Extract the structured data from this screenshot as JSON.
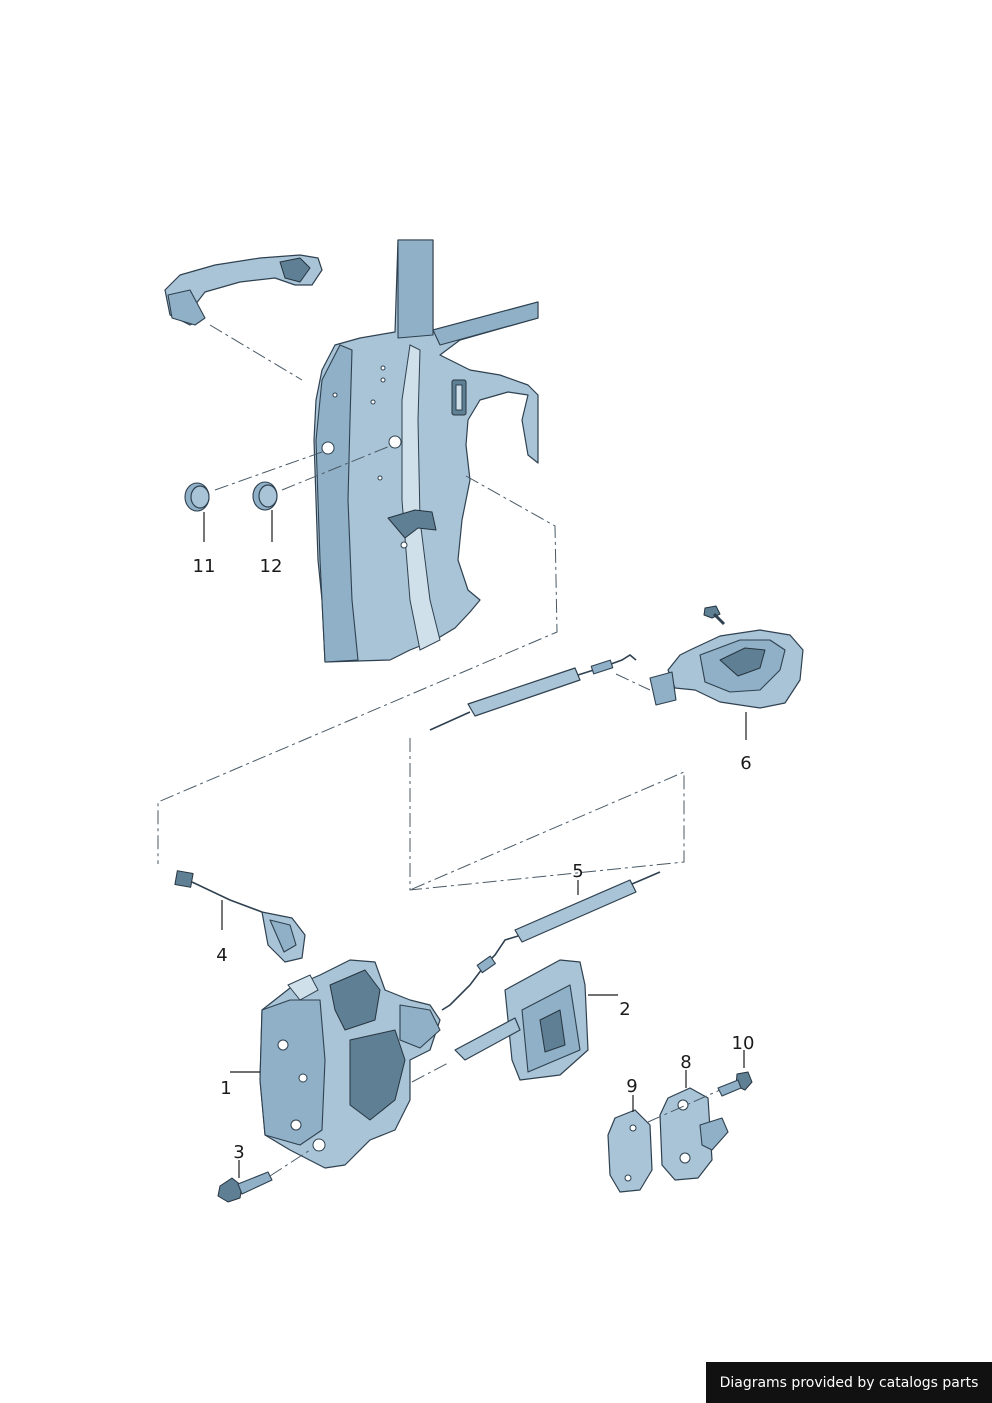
{
  "callouts": {
    "c1": "1",
    "c2": "2",
    "c3": "3",
    "c4": "4",
    "c5": "5",
    "c6": "6",
    "c8": "8",
    "c9": "9",
    "c10": "10",
    "c11": "11",
    "c12": "12"
  },
  "footer": {
    "text": "Diagrams provided by catalogs parts"
  },
  "colors": {
    "part": "#a9c4d6",
    "outline": "#2f4150",
    "footer_bg": "#111111"
  }
}
